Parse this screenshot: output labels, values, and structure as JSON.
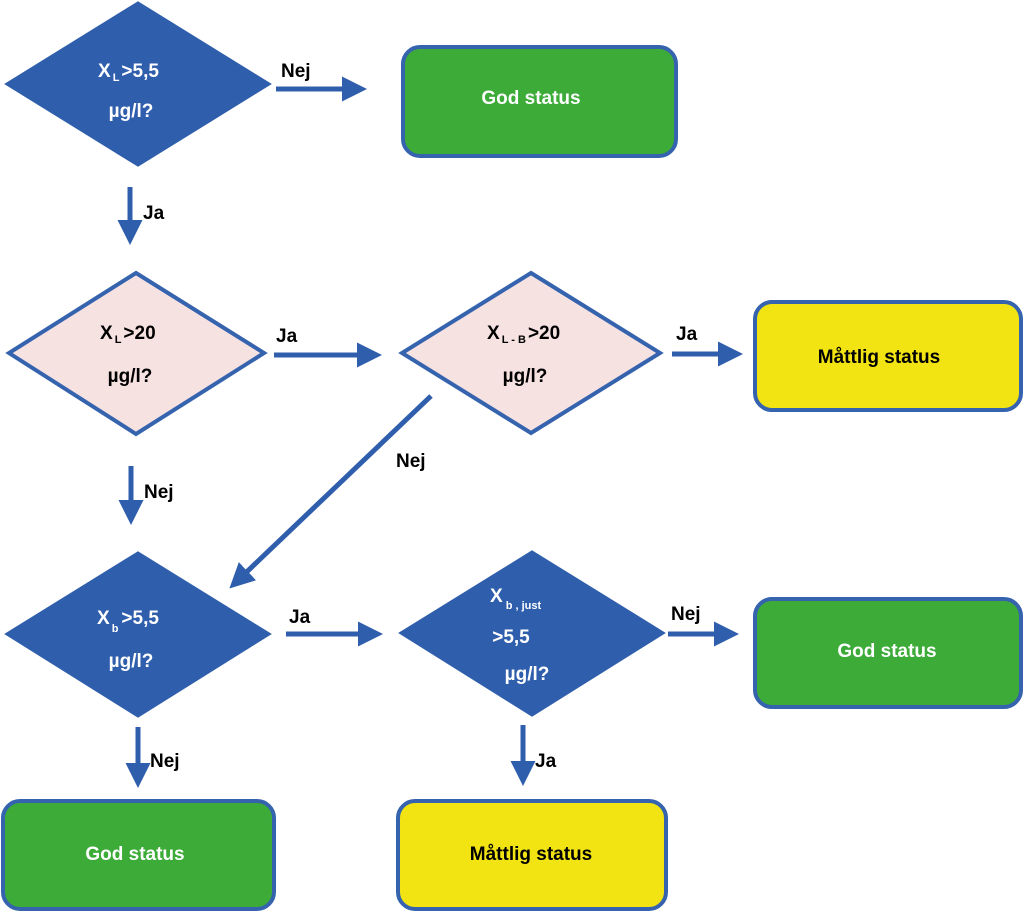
{
  "nodes": {
    "d1": {
      "symbol": "X",
      "subscript": "L",
      "condition": ">5,5",
      "line2": "µg/l?"
    },
    "d2": {
      "symbol": "X",
      "subscript": "L",
      "condition": ">20",
      "line2": "µg/l?"
    },
    "d3": {
      "symbol": "X",
      "subscript": "L - B",
      "condition": ">20",
      "line2": "µg/l?"
    },
    "d4": {
      "symbol": "X",
      "subscript": "b",
      "condition": ">5,5",
      "line2": "µg/l?"
    },
    "d5": {
      "symbol": "X",
      "subscript": "b , just",
      "line2": ">5,5",
      "line3": "µg/l?"
    },
    "r1": {
      "label": "God status"
    },
    "r2": {
      "label": "Måttlig status"
    },
    "r3": {
      "label": "God status"
    },
    "r4": {
      "label": "God status"
    },
    "r5": {
      "label": "Måttlig status"
    }
  },
  "edges": {
    "e1": "Nej",
    "e2": "Ja",
    "e3": "Ja",
    "e4": "Ja",
    "e5": "Nej",
    "e6": "Nej",
    "e7": "Ja",
    "e8": "Nej",
    "e9": "Nej",
    "e10": "Ja"
  },
  "colors": {
    "decision_dark": "#2f5eac",
    "decision_light": "#f7e2e2",
    "outline": "#3563ae",
    "good_status": "#3cab38",
    "moderate_status": "#f2e412"
  }
}
